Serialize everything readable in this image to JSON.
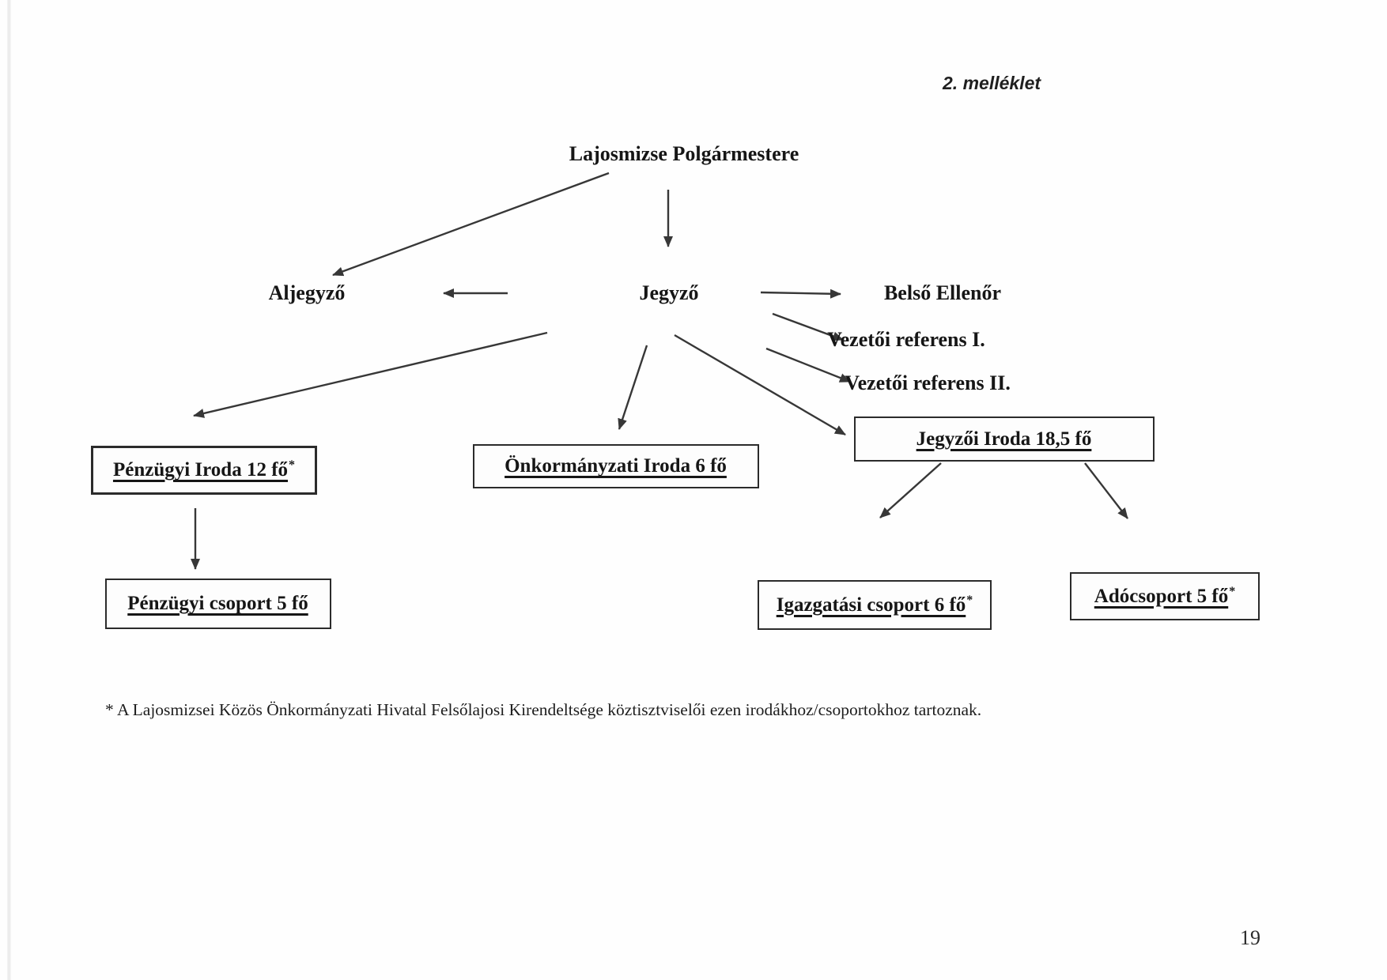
{
  "page": {
    "annotation": "2. melléklet",
    "footnote": "* A Lajosmizsei Közös Önkormányzati Hivatal Felsőlajosi Kirendeltsége köztisztviselői ezen irodákhoz/csoportokhoz tartoznak.",
    "page_number": "19",
    "ink_color": "#373737",
    "text_color": "#161616"
  },
  "org": {
    "root": "Lajosmizse Polgármestere",
    "nodes": {
      "aljegyzo": "Aljegyző",
      "jegyzo": "Jegyző",
      "belso_ellenor": "Belső Ellenőr",
      "vezetoi_referens_1": "Vezetői referens I.",
      "vezetoi_referens_2": "Vezetői referens II."
    },
    "boxes": [
      {
        "label": "Pénzügyi Iroda 12 fő",
        "marker": "*"
      },
      {
        "label": "Önkormányzati Iroda 6 fő",
        "marker": ""
      },
      {
        "label": "Jegyzői Iroda 18,5 fő",
        "marker": ""
      },
      {
        "label": "Pénzügyi csoport 5 fő",
        "marker": ""
      },
      {
        "label": "Igazgatási csoport 6 fő",
        "marker": "*"
      },
      {
        "label": "Adócsoport 5 fő",
        "marker": "*"
      }
    ],
    "edges": [
      "Lajosmizse Polgármestere -> Aljegyző",
      "Lajosmizse Polgármestere -> Jegyző",
      "Jegyző -> Aljegyző",
      "Jegyző -> Belső Ellenőr",
      "Jegyző -> Vezetői referens I.",
      "Jegyző -> Vezetői referens II.",
      "Jegyző -> Pénzügyi Iroda 12 fő",
      "Jegyző -> Önkormányzati Iroda 6 fő",
      "Jegyző -> Jegyzői Iroda 18,5 fő",
      "Pénzügyi Iroda 12 fő -> Pénzügyi csoport 5 fő",
      "Jegyzői Iroda 18,5 fő -> Igazgatási csoport 6 fő",
      "Jegyzői Iroda 18,5 fő -> Adócsoport 5 fő"
    ]
  }
}
